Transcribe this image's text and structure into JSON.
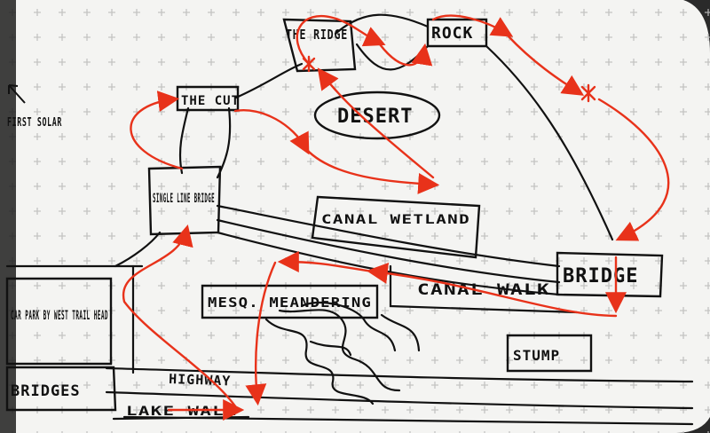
{
  "map": {
    "labels": {
      "the_ridge": "THE RIDGE",
      "rock": "ROCK",
      "the_cut": "THE CUT",
      "desert": "DESERT",
      "first_solar": "FIRST SOLAR",
      "single_line_bridge": "SINGLE LINE BRIDGE",
      "canal_wetland": "CANAL WETLAND",
      "bridge_east": "BRIDGE",
      "canal_walk": "CANAL WALK",
      "mesq_meandering": "MESQ. MEANDERING",
      "car_park": "CAR PARK BY WEST TRAIL HEAD",
      "stump": "STUMP",
      "bridges": "BRIDGES",
      "highway": "HIGHWAY",
      "lake_walk": "LAKE WALK"
    },
    "colors": {
      "paper": "#f4f4f2",
      "ink": "#111111",
      "route": "#e8321a",
      "grid_dot": "#b8b8b8"
    },
    "icons": [
      "star-marker-icon",
      "north-arrow-icon"
    ]
  }
}
